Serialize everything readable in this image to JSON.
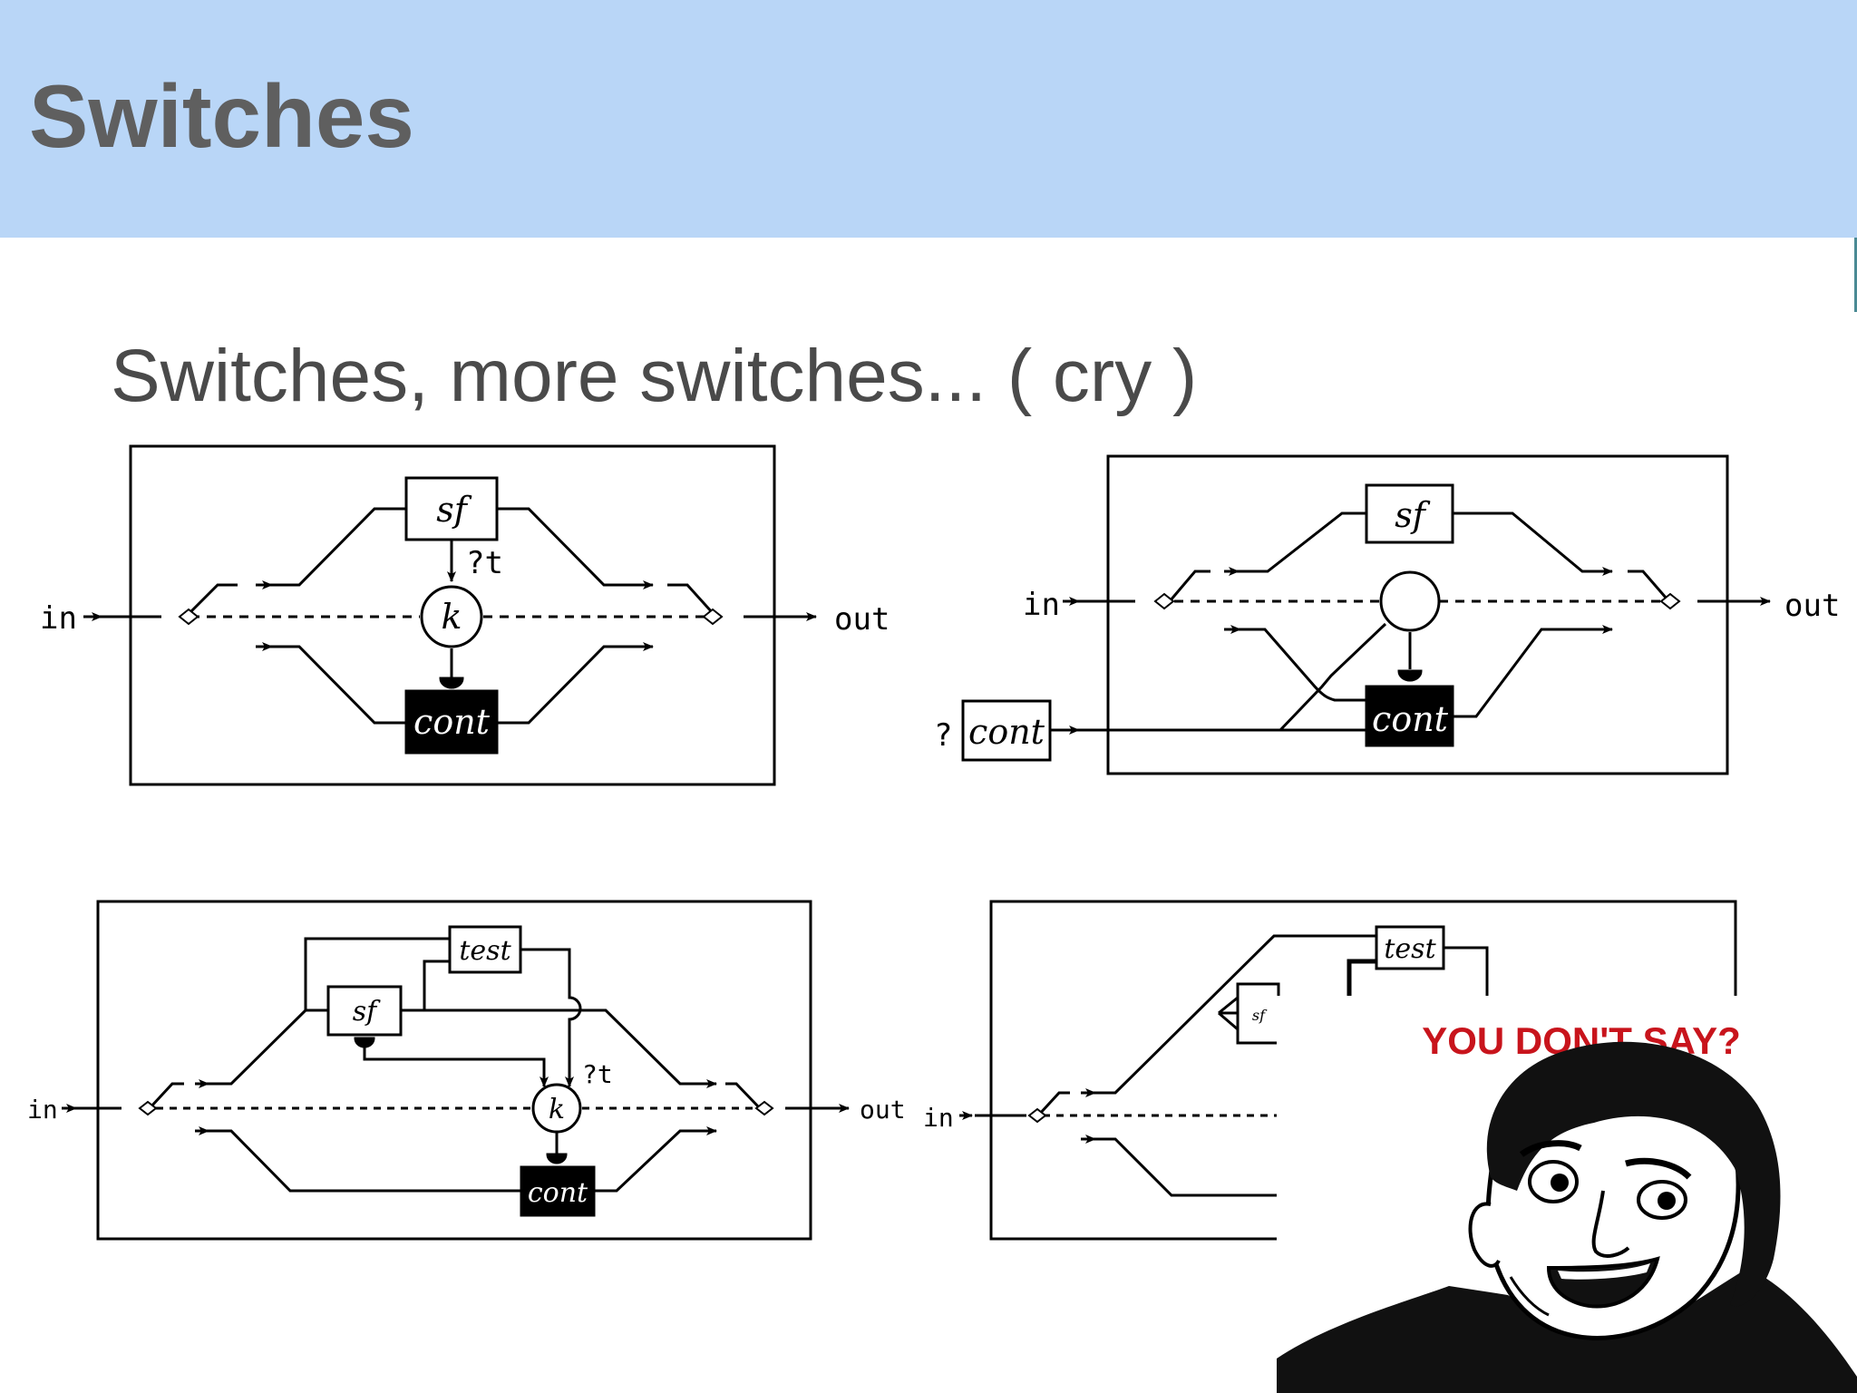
{
  "slide": {
    "title": "Switches",
    "subtitle": "Switches, more switches... ( cry )"
  },
  "diagrams": {
    "port_in": "in",
    "port_out": "out",
    "box_sf": "sf",
    "box_cont": "cont",
    "box_test": "test",
    "node_k": "k",
    "event_t": "?t",
    "event_q": "?"
  },
  "meme": {
    "caption": "YOU DON'T SAY?"
  },
  "colors": {
    "header_bg": "#b9d6f7",
    "title_text": "#5f5f5f",
    "meme_caption": "#c8141c"
  }
}
